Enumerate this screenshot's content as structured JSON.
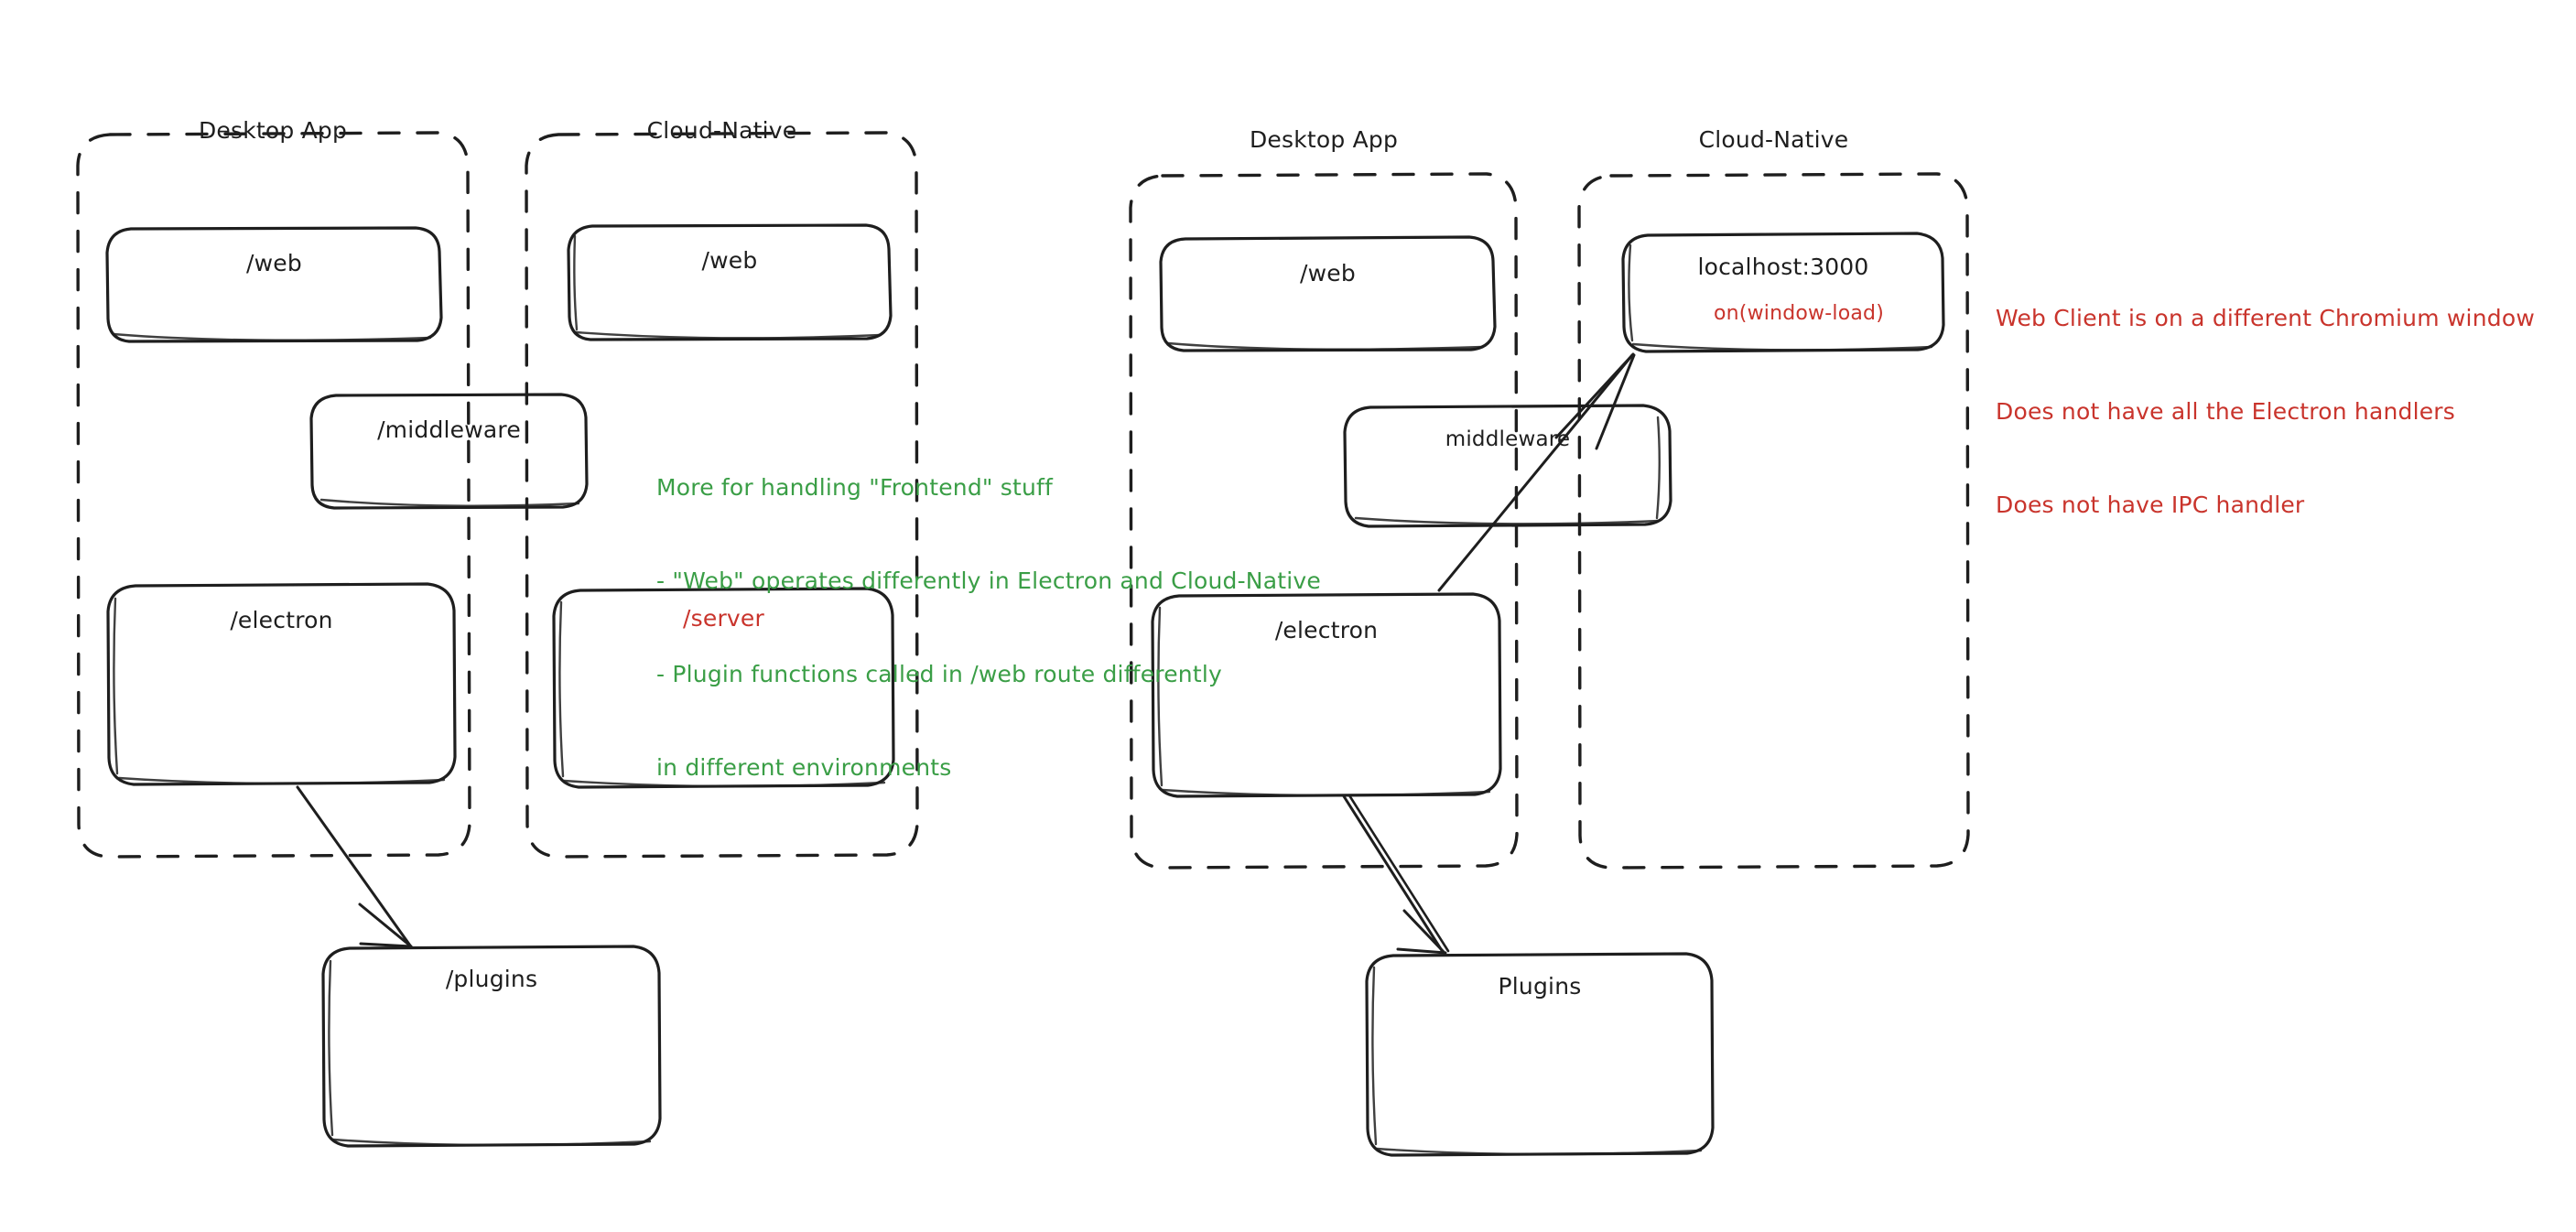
{
  "diagram": {
    "title": "Electron vs Cloud-Native architecture sketch",
    "style": "hand-drawn",
    "background": "#ffffff",
    "colors": {
      "ink": "#1e1e1e",
      "red": "#c9342c",
      "green": "#3a9e46"
    },
    "left_group": {
      "name": "current-architecture",
      "containers": [
        {
          "label": "Desktop App"
        },
        {
          "label": "Cloud-Native"
        }
      ],
      "nodes": [
        {
          "name": "web-desktop",
          "label": "/web",
          "color": "ink"
        },
        {
          "name": "web-cloud",
          "label": "/web",
          "color": "ink"
        },
        {
          "name": "middleware-span",
          "label": "/middleware",
          "color": "ink"
        },
        {
          "name": "electron",
          "label": "/electron",
          "color": "ink"
        },
        {
          "name": "server",
          "label": "/server",
          "color": "red"
        },
        {
          "name": "plugins",
          "label": "/plugins",
          "color": "ink"
        }
      ],
      "annotation": {
        "color": "green",
        "lines": [
          "More for handling \"Frontend\" stuff",
          "- \"Web\" operates differently in Electron and Cloud-Native",
          "- Plugin functions called in /web route differently",
          "in different environments"
        ]
      },
      "edges": [
        {
          "from": "electron",
          "to": "plugins",
          "arrow": "single"
        }
      ]
    },
    "right_group": {
      "name": "proposed-architecture",
      "containers": [
        {
          "label": "Desktop App"
        },
        {
          "label": "Cloud-Native"
        }
      ],
      "nodes": [
        {
          "name": "web-desktop",
          "label": "/web",
          "color": "ink"
        },
        {
          "name": "localhost",
          "label": "localhost:3000",
          "color": "ink",
          "sublabel": "on(window-load)",
          "sublabel_color": "red"
        },
        {
          "name": "middleware-span",
          "label": "middleware",
          "color": "ink"
        },
        {
          "name": "electron",
          "label": "/electron",
          "color": "ink"
        },
        {
          "name": "plugins",
          "label": "Plugins",
          "color": "ink"
        }
      ],
      "annotation": {
        "color": "red",
        "lines": [
          "Web Client is on a different Chromium window",
          "Does not have all the Electron handlers",
          "Does not have IPC handler"
        ]
      },
      "edges": [
        {
          "from": "electron",
          "to": "localhost",
          "arrow": "single"
        },
        {
          "from": "electron",
          "to": "plugins",
          "arrow": "double"
        }
      ]
    }
  }
}
